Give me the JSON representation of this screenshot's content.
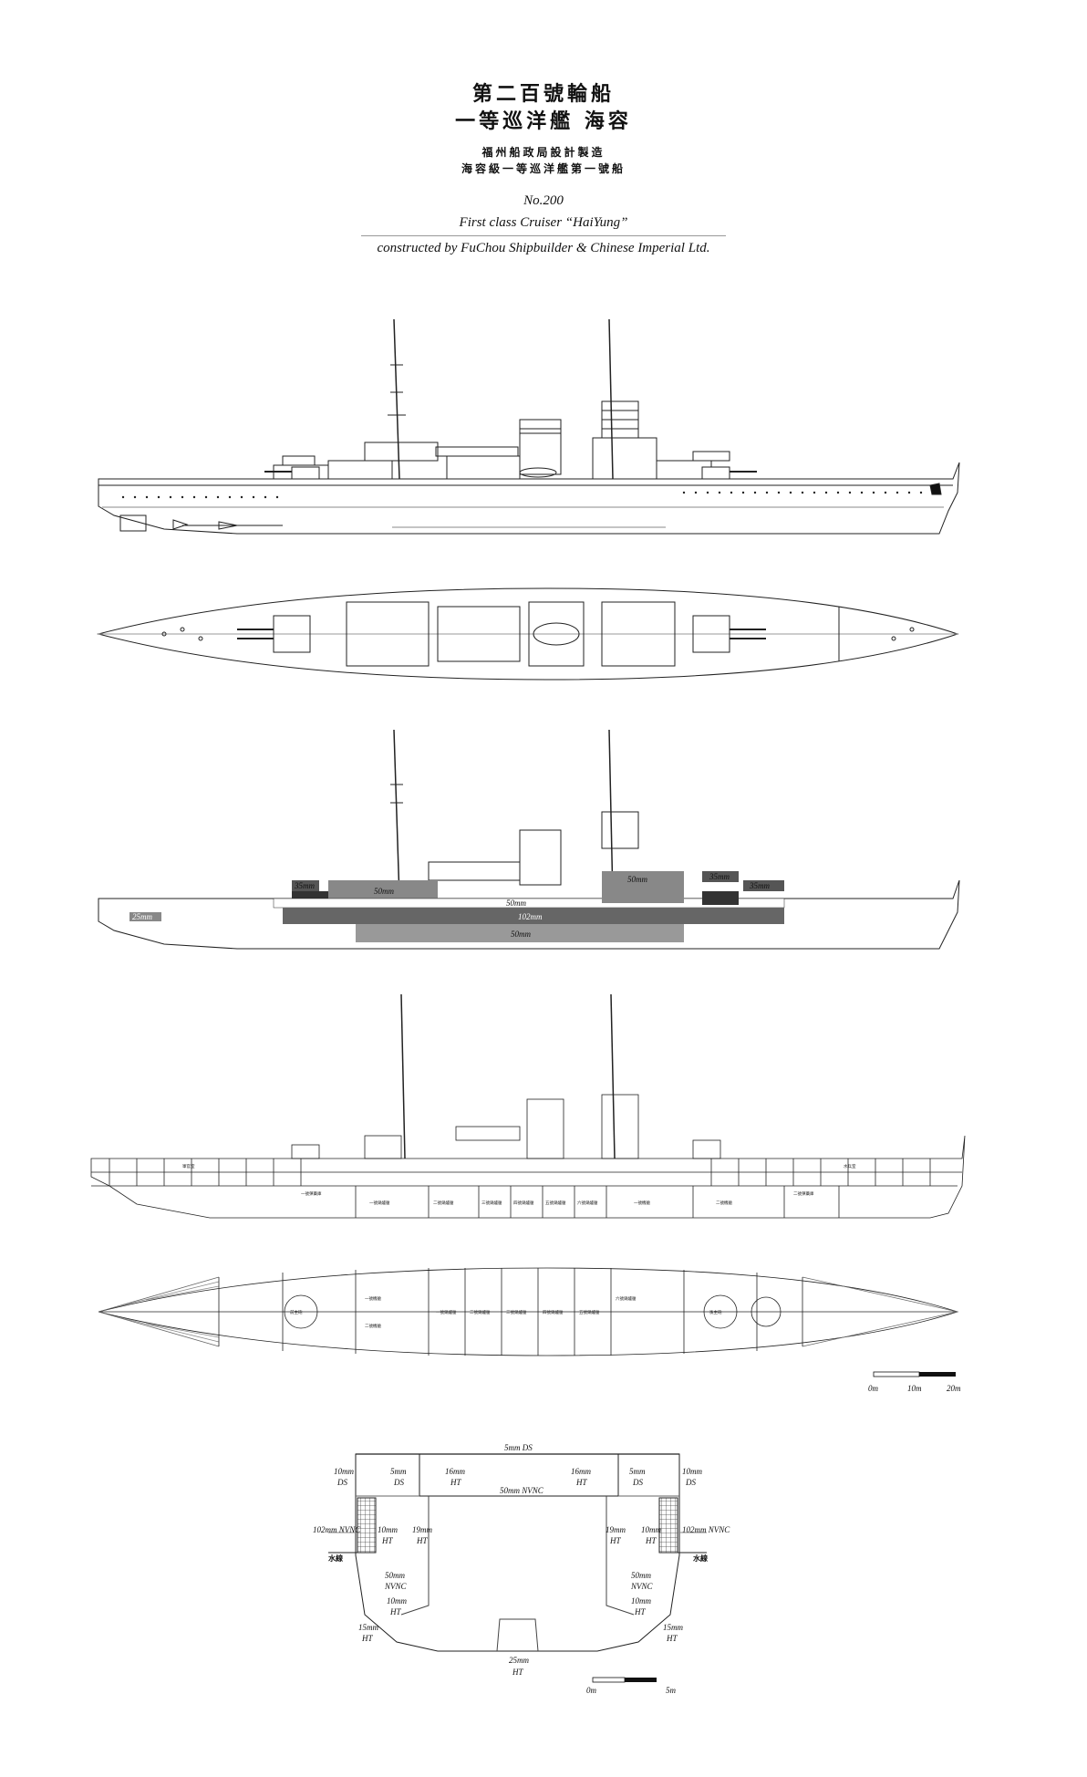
{
  "title": {
    "cn_line1": "第二百號輪船",
    "cn_line2": "一等巡洋艦 海容",
    "cn_line3": "福州船政局設計製造",
    "cn_line4": "海容級一等巡洋艦第一號船",
    "en_number": "No.200",
    "en_class": "First class Cruiser “HaiYung”",
    "en_builder": "constructed by FuChou Shipbuilder & Chinese Imperial Ltd."
  },
  "armor_profile": {
    "labels": [
      "35mm",
      "50mm",
      "50mm",
      "35mm",
      "35mm",
      "50mm",
      "25mm",
      "102mm",
      "50mm"
    ]
  },
  "plan_scale": {
    "labels": [
      "0m",
      "10m",
      "20m"
    ]
  },
  "section": {
    "deck_top": "5mm DS",
    "left_outer": [
      "10mm",
      "DS"
    ],
    "left_inner": [
      "5mm",
      "DS"
    ],
    "left_ht": [
      "16mm",
      "HT"
    ],
    "right_ht": [
      "16mm",
      "HT"
    ],
    "right_inner": [
      "5mm",
      "DS"
    ],
    "right_outer": [
      "10mm",
      "DS"
    ],
    "nvnc_deck": "50mm NVNC",
    "belt_left": "102mm NVNC",
    "belt_right": "102mm NVNC",
    "waterline_left": "水線",
    "waterline_right": "水線",
    "l_10ht": [
      "10mm",
      "HT"
    ],
    "l_19ht": [
      "19mm",
      "HT"
    ],
    "r_19ht": [
      "19mm",
      "HT"
    ],
    "r_10ht": [
      "10mm",
      "HT"
    ],
    "l_50nvnc": [
      "50mm",
      "NVNC"
    ],
    "r_50nvnc": [
      "50mm",
      "NVNC"
    ],
    "l_10ht2": [
      "10mm",
      "HT"
    ],
    "r_10ht2": [
      "10mm",
      "HT"
    ],
    "l_15ht": [
      "15mm",
      "HT"
    ],
    "r_15ht": [
      "15mm",
      "HT"
    ],
    "bottom": [
      "25mm",
      "HT"
    ],
    "scale": [
      "0m",
      "5m"
    ]
  },
  "inboard_profile": {
    "compartments": [
      "一號鍋爐艙",
      "二號鍋爐艙",
      "三號鍋爐艙",
      "四號鍋爐艙",
      "五號鍋爐艙",
      "六號鍋爐艙",
      "一號機艙",
      "二號機艙",
      "一號彈藥庫",
      "二號彈藥庫",
      "軍官室",
      "水兵室"
    ]
  },
  "inboard_plan": {
    "compartments": [
      "一號鍋爐艙",
      "二號鍋爐艙",
      "三號鍋爐艙",
      "四號鍋爐艙",
      "五號鍋爐艙",
      "六號鍋爐艙",
      "一號機艙",
      "二號機艙",
      "前主砲",
      "後主砲"
    ]
  }
}
